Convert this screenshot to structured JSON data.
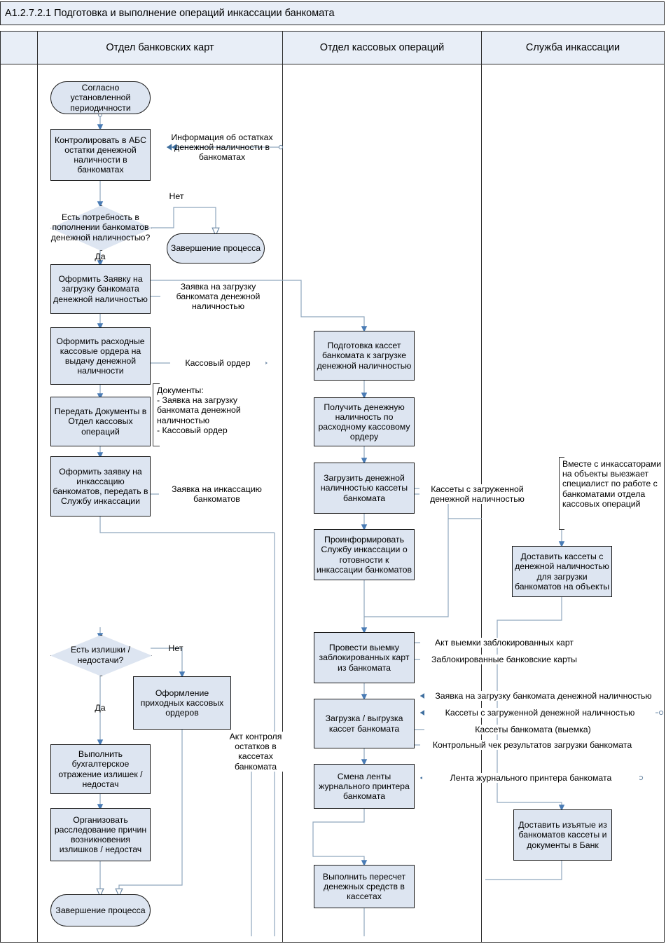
{
  "header": {
    "title": "A1.2.7.2.1 Подготовка и выполнение операций инкассации банкомата"
  },
  "lanes": [
    {
      "name": "lane-bank-cards",
      "label": "Отдел банковских карт"
    },
    {
      "name": "lane-cash-operations",
      "label": "Отдел кассовых операций"
    },
    {
      "name": "lane-collection-service",
      "label": "Служба инкассации"
    }
  ],
  "nodes": {
    "start_periodicity": "Согласно установленной периодичности",
    "control_abs": "Контролировать в АБС остатки денежной наличности в банкоматах",
    "decision_need": "Есть потребность в пополнении банкоматов денежной наличностью?",
    "end_process_top": "Завершение процесса",
    "create_request": "Оформить Заявку на загрузку банкомата денежной наличностью",
    "create_cash_orders": "Оформить расходные кассовые ордера на выдачу денежной наличности",
    "transfer_docs": "Передать Документы в Отдел кассовых операций",
    "create_collection_request": "Оформить заявку на инкассацию банкоматов, передать в Службу инкассации",
    "decision_surplus": "Есть излишки / недостачи?",
    "income_orders": "Оформление приходных кассовых ордеров",
    "accounting_reflection": "Выполнить бухгалтерское отражение излишек / недостач",
    "investigation": "Организовать расследование причин возникновения излишков / недостач",
    "end_process_bottom": "Завершение процесса",
    "prepare_cassettes": "Подготовка кассет банкомата к загрузке денежной наличностью",
    "receive_cash": "Получить денежную наличность по расходному кассовому ордеру",
    "load_cassettes": "Загрузить денежной наличностью кассеты банкомата",
    "inform_service": "Проинформировать Службу инкассации о готовности к инкассации банкоматов",
    "withdraw_cards": "Провести выемку заблокированных карт из банкомата",
    "load_unload": "Загрузка / выгрузка кассет банкомата",
    "change_tape": "Смена ленты журнального принтера банкомата",
    "recount_funds": "Выполнить пересчет денежных средств в кассетах",
    "deliver_cassettes": "Доставить кассеты с денежной наличностью для загрузки банкоматов на объекты",
    "deliver_seized": "Доставить изъятые из банкоматов кассеты и документы в Банк"
  },
  "flow_labels": {
    "yes_1": "Да",
    "no_1": "Нет",
    "yes_2": "Да",
    "no_2": "Нет"
  },
  "messages": {
    "balance_info": "Информация об остатках денежной наличности в банкоматах",
    "load_request": "Заявка на загрузку банкомата денежной наличностью",
    "cash_order": "Кассовый ордер",
    "documents_note": "Документы:\n- Заявка на загрузку банкомата денежной наличностью\n- Кассовый ордер",
    "collection_request": "Заявка на инкассацию банкоматов",
    "loaded_cassettes": "Кассеты с загруженной денежной наличностью",
    "collectors_note": "Вместе с инкассаторами на объекты выезжает специалист по работе с банкоматами отдела кассовых операций",
    "act_withdrawal": "Акт выемки заблокированных карт",
    "blocked_cards": "Заблокированные банковские карты",
    "load_request_2": "Заявка на загрузку банкомата денежной наличностью",
    "loaded_cassettes_2": "Кассеты с загруженной денежной наличностью",
    "atm_cassettes_withdrawal": "Кассеты банкомата (выемка)",
    "control_check": "Контрольный чек результатов загрузки банкомата",
    "printer_tape": "Лента журнального принтера банкомата",
    "act_control_balances": "Акт контроля остатков в кассетах банкомата"
  },
  "colors": {
    "node_fill": "#dde5f1",
    "node_stroke": "#1a1a1a",
    "header_fill": "#e8eef7",
    "connector": "#8fa6bd",
    "arrow_fill": "#4a7cb5"
  }
}
